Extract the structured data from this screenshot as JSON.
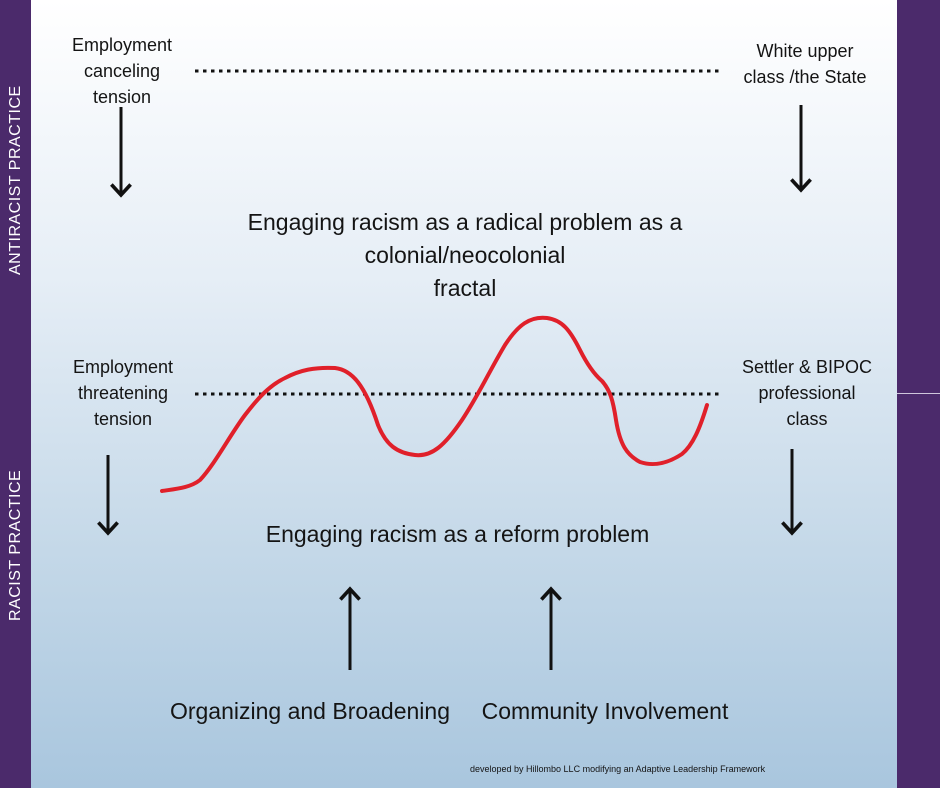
{
  "side_labels": {
    "top": "ANTIRACIST PRACTICE",
    "bottom": "RACIST PRACTICE"
  },
  "top_row": {
    "left_label": [
      "Employment",
      "canceling",
      "tension"
    ],
    "right_label": [
      "White upper",
      "class /the State"
    ]
  },
  "radical_text": [
    "Engaging racism as a radical problem as a",
    "colonial/neocolonial",
    "fractal"
  ],
  "middle_row": {
    "left_label": [
      "Employment",
      "threatening",
      "tension"
    ],
    "right_label": [
      "Settler & BIPOC",
      "professional",
      "class"
    ]
  },
  "reform_text": "Engaging racism as a reform problem",
  "bottom_labels": {
    "left": "Organizing and Broadening",
    "right": "Community Involvement"
  },
  "footer": "developed by Hillombo LLC modifying an Adaptive Leadership Framework",
  "colors": {
    "band": "#4b2a6b",
    "wave": "#e0202a",
    "arrow": "#111111"
  }
}
